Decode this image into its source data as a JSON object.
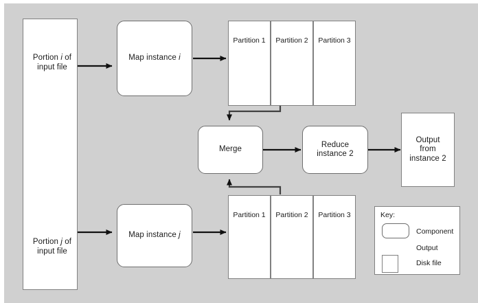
{
  "diagram": {
    "background_color": "#d0d0d0",
    "node_fill": "#ffffff",
    "stroke_color": "#808080",
    "line_color": "#404040",
    "input_file": {
      "portion_i": "Portion i of\ninput file",
      "portion_j": "Portion j of\ninput file"
    },
    "map_instances": {
      "top": "Map instance i",
      "bottom": "Map instance j"
    },
    "partitions_top": [
      "Partition 1",
      "Partition 2",
      "Partition 3"
    ],
    "partitions_bottom": [
      "Partition 1",
      "Partition 2",
      "Partition 3"
    ],
    "merge": "Merge",
    "reduce": "Reduce\ninstance 2",
    "output": "Output\nfrom\ninstance 2"
  },
  "key": {
    "title": "Key:",
    "rows": [
      {
        "label": "Component",
        "icon": "rounded-rect-icon"
      },
      {
        "label": "Output",
        "icon": "arrow-icon"
      },
      {
        "label": "Disk file",
        "icon": "rect-icon"
      }
    ]
  }
}
